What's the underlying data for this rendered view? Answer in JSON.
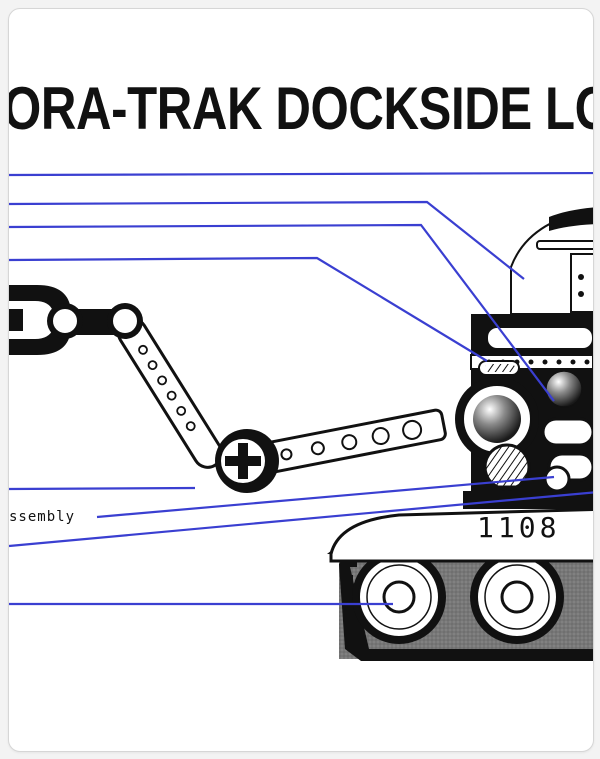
{
  "diagram": {
    "title": "ORA-TRAK DOCKSIDE LO",
    "callout_assembly": "ssembly",
    "hull_number": "1108"
  },
  "colors": {
    "leader_line": "#3a3fd1",
    "ink": "#111111",
    "paper": "#ffffff"
  }
}
